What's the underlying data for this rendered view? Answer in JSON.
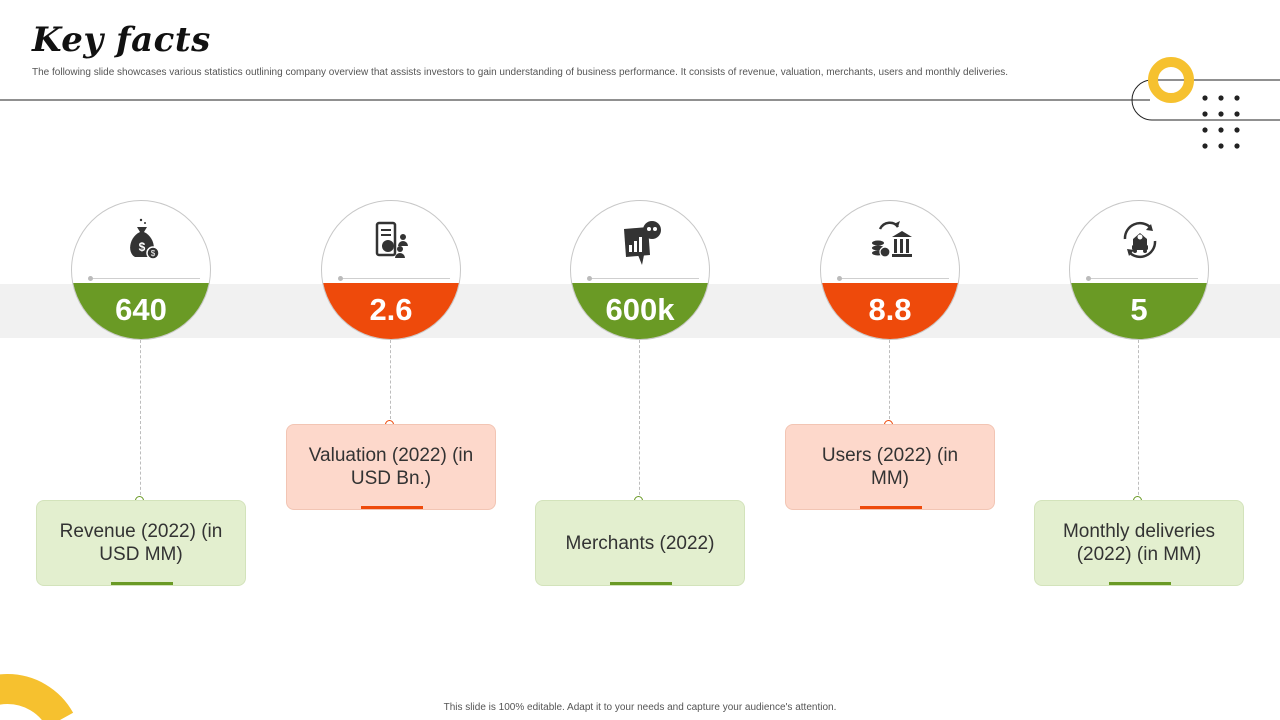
{
  "slide": {
    "title": "Key facts",
    "subtitle": "The following slide showcases various statistics outlining company overview that assists investors to gain understanding of business performance. It consists of revenue, valuation, merchants, users and monthly deliveries.",
    "footer": "This slide is 100% editable. Adapt it to your needs and capture your audience's attention."
  },
  "colors": {
    "green": "#6a9a25",
    "orange": "#ee4a0b",
    "green_card": "#e3efcf",
    "orange_card": "#fdd8cb",
    "yellow_accent": "#f6c12f",
    "band": "#f1f1f1"
  },
  "facts": [
    {
      "value": "640",
      "label": "Revenue (2022) (in USD MM)",
      "icon": "money-bag-icon",
      "theme": "green"
    },
    {
      "value": "2.6",
      "label": "Valuation (2022) (in USD Bn.)",
      "icon": "valuation-report-icon",
      "theme": "orange"
    },
    {
      "value": "600k",
      "label": "Merchants (2022)",
      "icon": "merchants-chart-icon",
      "theme": "green"
    },
    {
      "value": "8.8",
      "label": "Users (2022) (in MM)",
      "icon": "bank-coins-icon",
      "theme": "orange"
    },
    {
      "value": "5",
      "label": "Monthly deliveries (2022) (in MM)",
      "icon": "delivery-cycle-icon",
      "theme": "green"
    }
  ]
}
